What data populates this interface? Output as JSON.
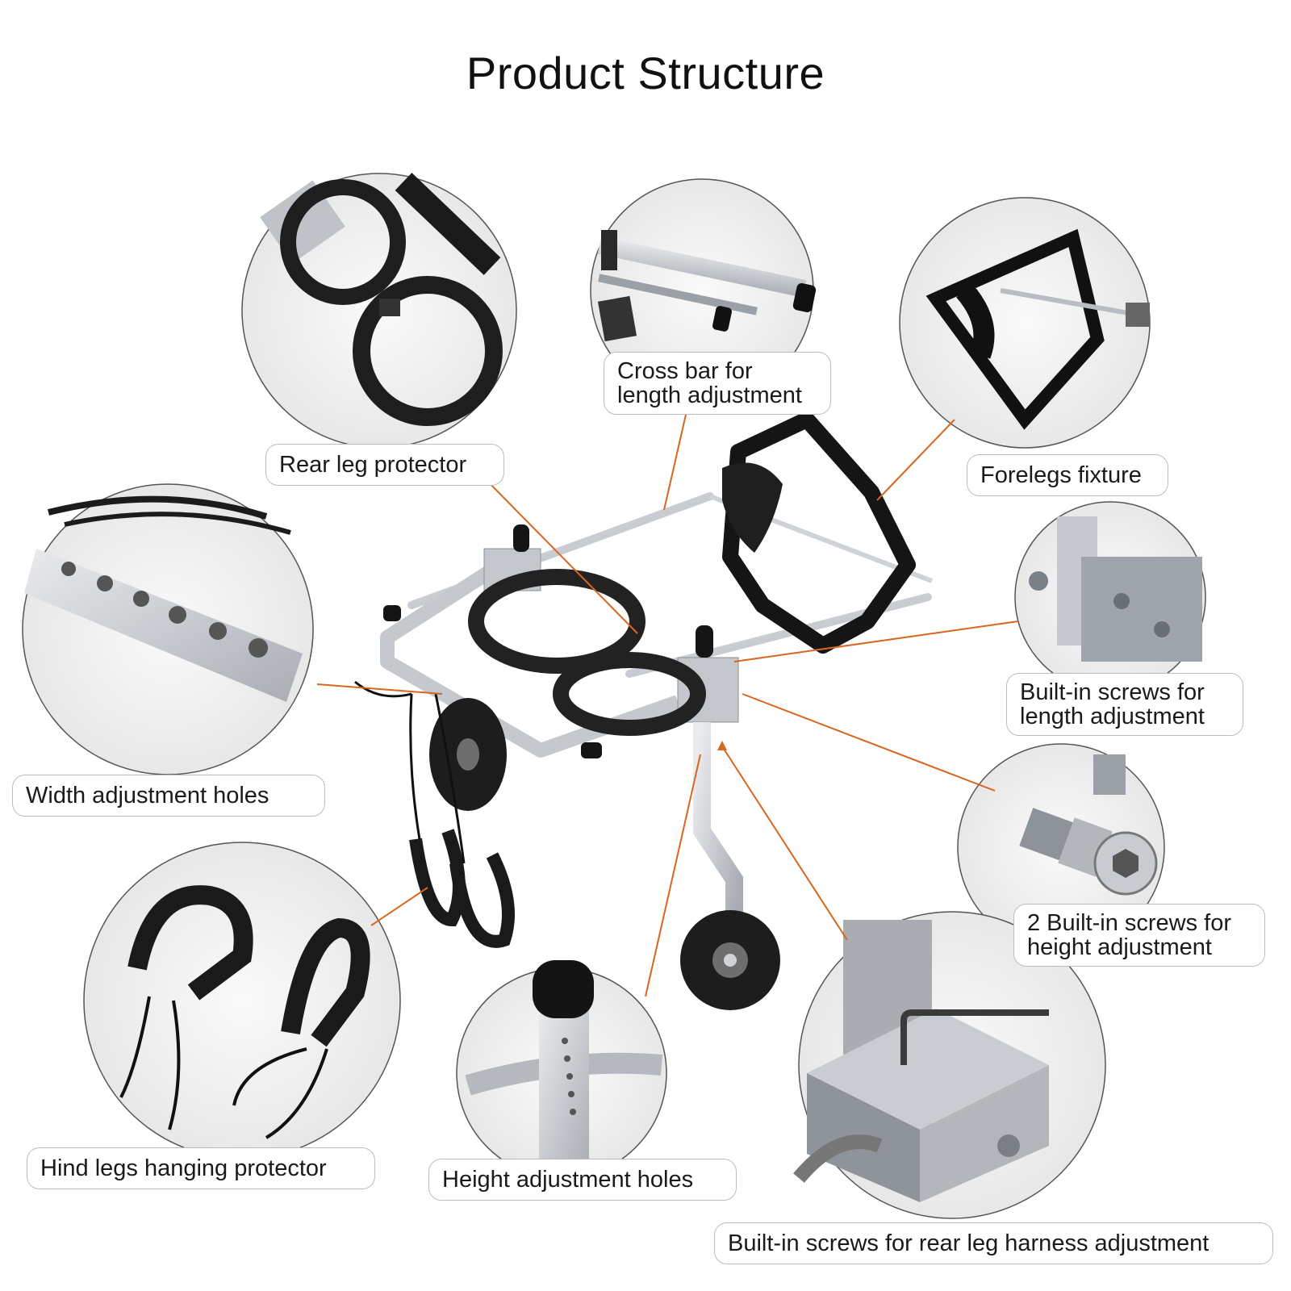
{
  "title": "Product Structure",
  "labels": {
    "cross_bar": [
      "Cross bar for",
      "length adjustment"
    ],
    "rear_leg_protector": "Rear leg protector",
    "forelegs_fixture": "Forelegs fixture",
    "width_holes": "Width adjustment holes",
    "screws_length": [
      "Built-in screws for",
      "length adjustment"
    ],
    "screws_height": [
      "2 Built-in screws for",
      "height adjustment"
    ],
    "hind_legs": "Hind legs hanging protector",
    "height_holes": "Height adjustment holes",
    "screws_rear": "Built-in screws for rear leg harness adjustment"
  },
  "colors": {
    "leader_line": "#d9661f",
    "metal": "#c9ccd0",
    "foam": "#2b2b2b",
    "circle_stroke": "#555555"
  }
}
